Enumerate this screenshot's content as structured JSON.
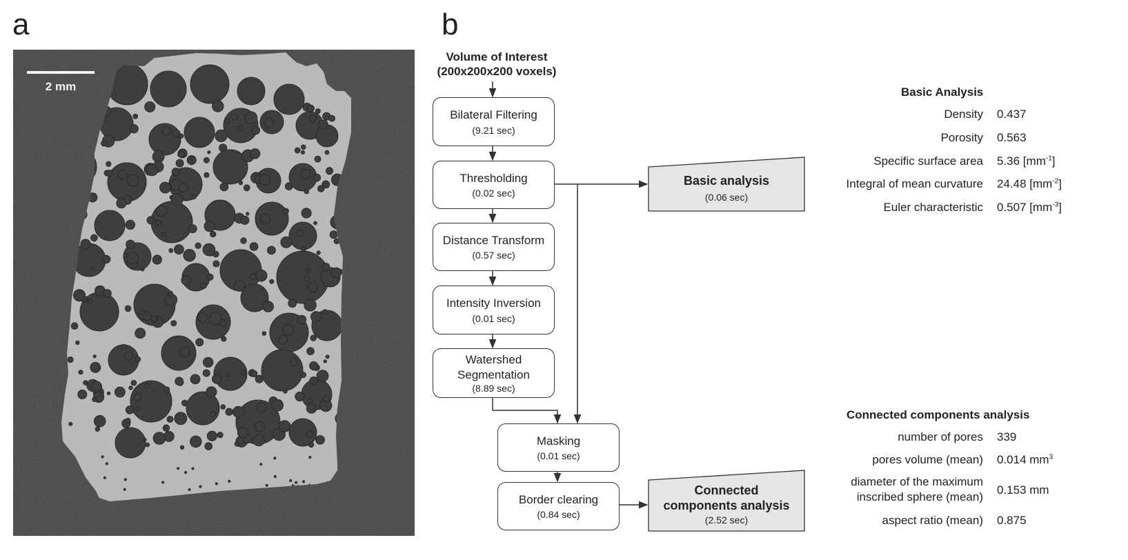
{
  "panels": {
    "a": "a",
    "b": "b"
  },
  "scan_image": {
    "description": "micro-CT slice of porous foam sample",
    "scale_bar_label": "2 mm"
  },
  "flowchart": {
    "input": {
      "line1": "Volume of Interest",
      "line2": "(200x200x200 voxels)"
    },
    "steps": [
      {
        "name": "bilateral-filtering",
        "title": "Bilateral Filtering",
        "time": "(9.21 sec)"
      },
      {
        "name": "thresholding",
        "title": "Thresholding",
        "time": "(0.02 sec)"
      },
      {
        "name": "distance-transform",
        "title": "Distance Transform",
        "time": "(0.57 sec)"
      },
      {
        "name": "intensity-inversion",
        "title": "Intensity Inversion",
        "time": "(0.01 sec)"
      },
      {
        "name": "watershed-segmentation",
        "title": "Watershed\nSegmentation",
        "title_line1": "Watershed",
        "title_line2": "Segmentation",
        "time": "(8.89 sec)"
      },
      {
        "name": "masking",
        "title": "Masking",
        "time": "(0.01 sec)"
      },
      {
        "name": "border-clearing",
        "title": "Border clearing",
        "time": "(0.84 sec)"
      }
    ],
    "analyses": {
      "basic": {
        "title": "Basic analysis",
        "time": "(0.06 sec)"
      },
      "connected": {
        "title_line1": "Connected",
        "title_line2": "components analysis",
        "time": "(2.52 sec)"
      }
    }
  },
  "results": {
    "basic": {
      "title": "Basic Analysis",
      "rows": [
        {
          "label": "Density",
          "value": "0.437",
          "unit": ""
        },
        {
          "label": "Porosity",
          "value": "0.563",
          "unit": ""
        },
        {
          "label": "Specific surface area",
          "value": "5.36 [mm",
          "sup": "-1",
          "close": "]"
        },
        {
          "label": "Integral of mean curvature",
          "value": "24.48 [mm",
          "sup": "-2",
          "close": "]"
        },
        {
          "label": "Euler characteristic",
          "value": "0.507 [mm",
          "sup": "-3",
          "close": "]"
        }
      ]
    },
    "connected": {
      "title": "Connected components analysis",
      "rows": [
        {
          "label": "number of pores",
          "value": "339",
          "sup": "",
          "close": ""
        },
        {
          "label": "pores volume (mean)",
          "value": "0.014 mm",
          "sup": "3",
          "close": ""
        },
        {
          "label_line1": "diameter of the maximum",
          "label_line2": "inscribed sphere (mean)",
          "value": "0.153 mm",
          "sup": "",
          "close": ""
        },
        {
          "label": "aspect ratio (mean)",
          "value": "0.875",
          "sup": "",
          "close": ""
        }
      ]
    }
  },
  "colors": {
    "background": "#ffffff",
    "scan_background": "#3a3a3a",
    "scan_material": "#b8b8b8",
    "scan_pore": "#3c3c3c",
    "analysis_box_fill": "#e4e5e7",
    "line": "#333333"
  }
}
